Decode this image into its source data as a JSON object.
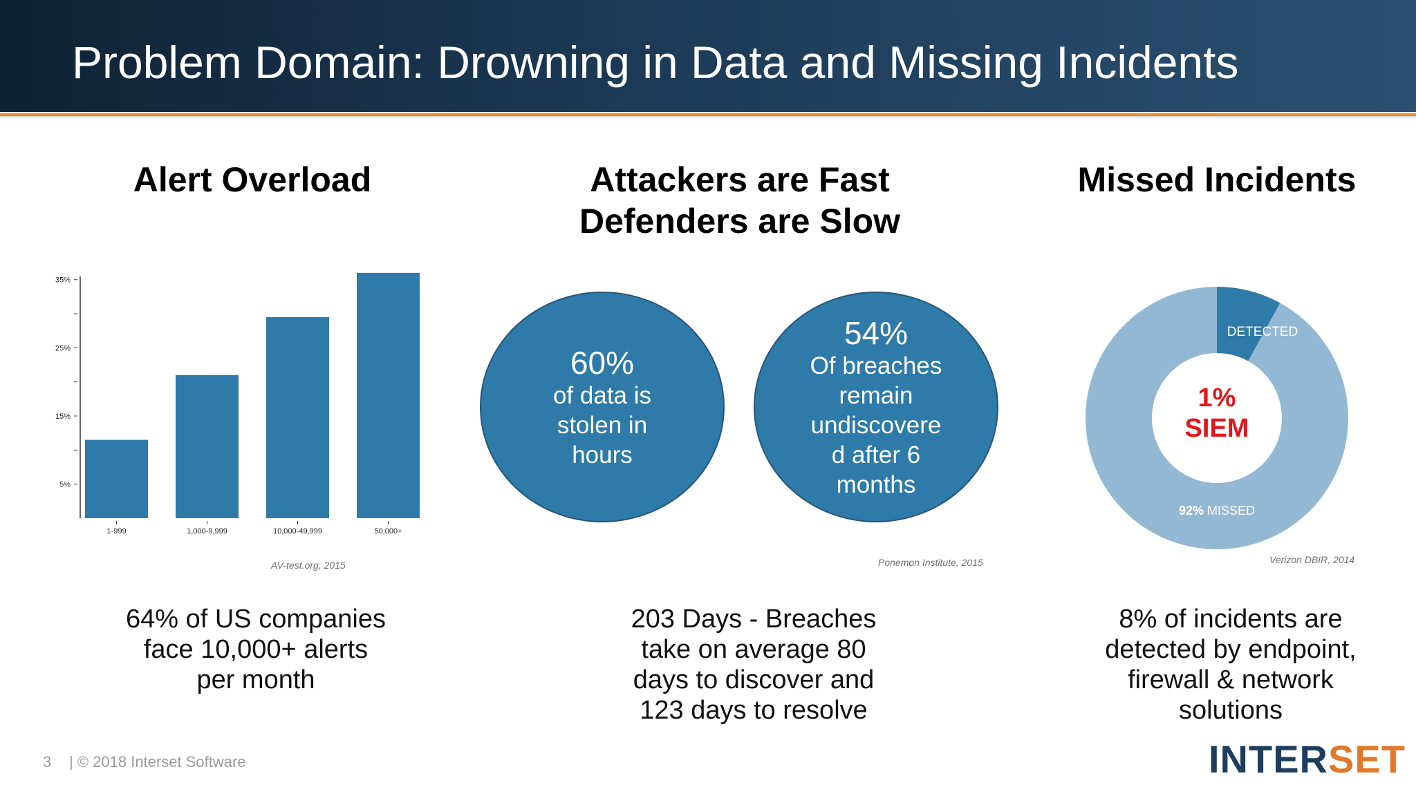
{
  "slide": {
    "title": "Problem Domain: Drowning in Data and Missing Incidents"
  },
  "columns": {
    "alert_overload": {
      "heading": "Alert Overload",
      "source": "AV-test.org, 2015",
      "caption_lines": [
        "64% of US companies",
        "face 10,000+ alerts",
        "per month"
      ]
    },
    "attackers": {
      "heading_lines": [
        "Attackers are Fast",
        "Defenders are Slow"
      ],
      "circle1": {
        "big": "60%",
        "lines": [
          "of data is",
          "stolen in",
          "hours"
        ]
      },
      "circle2": {
        "big": "54%",
        "lines": [
          "Of breaches",
          "remain",
          "undiscovere",
          "d after 6",
          "months"
        ]
      },
      "source": "Ponemon Institute, 2015",
      "caption_lines": [
        "203 Days - Breaches",
        "take on average 80",
        "days to discover and",
        "123 days to resolve"
      ]
    },
    "missed": {
      "heading": "Missed Incidents",
      "source": "Verizon DBIR, 2014",
      "caption_lines": [
        "8% of incidents are",
        "detected by endpoint,",
        "firewall & network",
        "solutions"
      ]
    }
  },
  "chart_data": [
    {
      "type": "bar",
      "categories": [
        "1-999",
        "1,000-9,999",
        "10,000-49,999",
        "50,000+"
      ],
      "values": [
        11.5,
        21,
        29.5,
        36
      ],
      "ylim": [
        0,
        37
      ],
      "yticks": [
        {
          "value": 35,
          "label": "35%"
        },
        {
          "value": 30,
          "label": "-"
        },
        {
          "value": 25,
          "label": "25%"
        },
        {
          "value": 20,
          "label": "-"
        },
        {
          "value": 15,
          "label": "15%"
        },
        {
          "value": 10,
          "label": "-"
        },
        {
          "value": 5,
          "label": "5%"
        }
      ],
      "color": "#2e7aa8"
    },
    {
      "type": "pie",
      "donut": true,
      "slices": [
        {
          "label": "DETECTED",
          "value": 8,
          "color": "#2e7aa8"
        },
        {
          "label_bold": "92%",
          "label": " MISSED",
          "value": 92,
          "color": "#93b8d3"
        }
      ],
      "center_lines": [
        "1%",
        "SIEM"
      ],
      "center_color": "#e3161a"
    }
  ],
  "footer": {
    "page_number": "3",
    "copyright": "| © 2018 Interset Software",
    "logo_part1": "INTER",
    "logo_part2": "SET"
  }
}
